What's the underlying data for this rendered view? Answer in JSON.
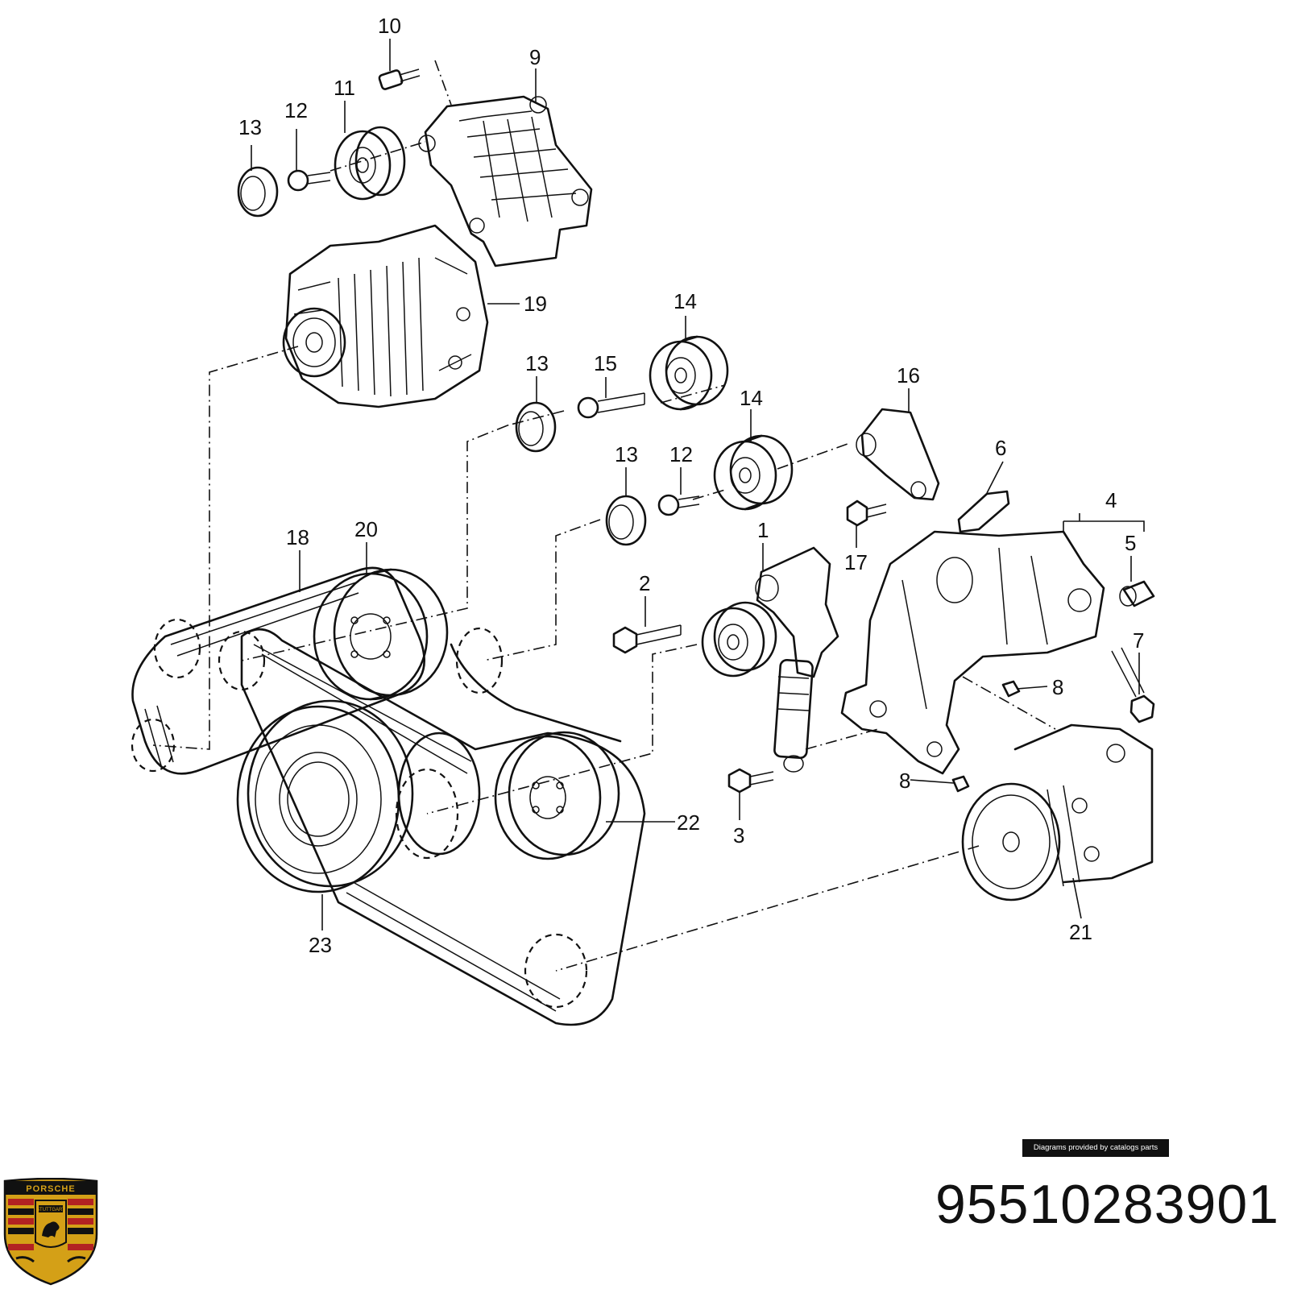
{
  "diagram": {
    "callouts": {
      "c1": "1",
      "c2": "2",
      "c3": "3",
      "c4": "4",
      "c5": "5",
      "c6": "6",
      "c7": "7",
      "c8a": "8",
      "c8b": "8",
      "c9": "9",
      "c10": "10",
      "c11": "11",
      "c12a": "12",
      "c12b": "12",
      "c13a": "13",
      "c13b": "13",
      "c13c": "13",
      "c14a": "14",
      "c14b": "14",
      "c15": "15",
      "c16": "16",
      "c17": "17",
      "c18": "18",
      "c19": "19",
      "c20": "20",
      "c21": "21",
      "c22": "22",
      "c23": "23"
    }
  },
  "footer": {
    "credit": "Diagrams provided by catalogs parts",
    "part_number": "95510283901",
    "logo": {
      "name": "Porsche crest",
      "text": "PORSCHE",
      "city": "STUTTGART"
    }
  },
  "colors": {
    "line": "#111111",
    "background": "#ffffff",
    "crest_gold": "#d4a017",
    "crest_red": "#b22222"
  }
}
